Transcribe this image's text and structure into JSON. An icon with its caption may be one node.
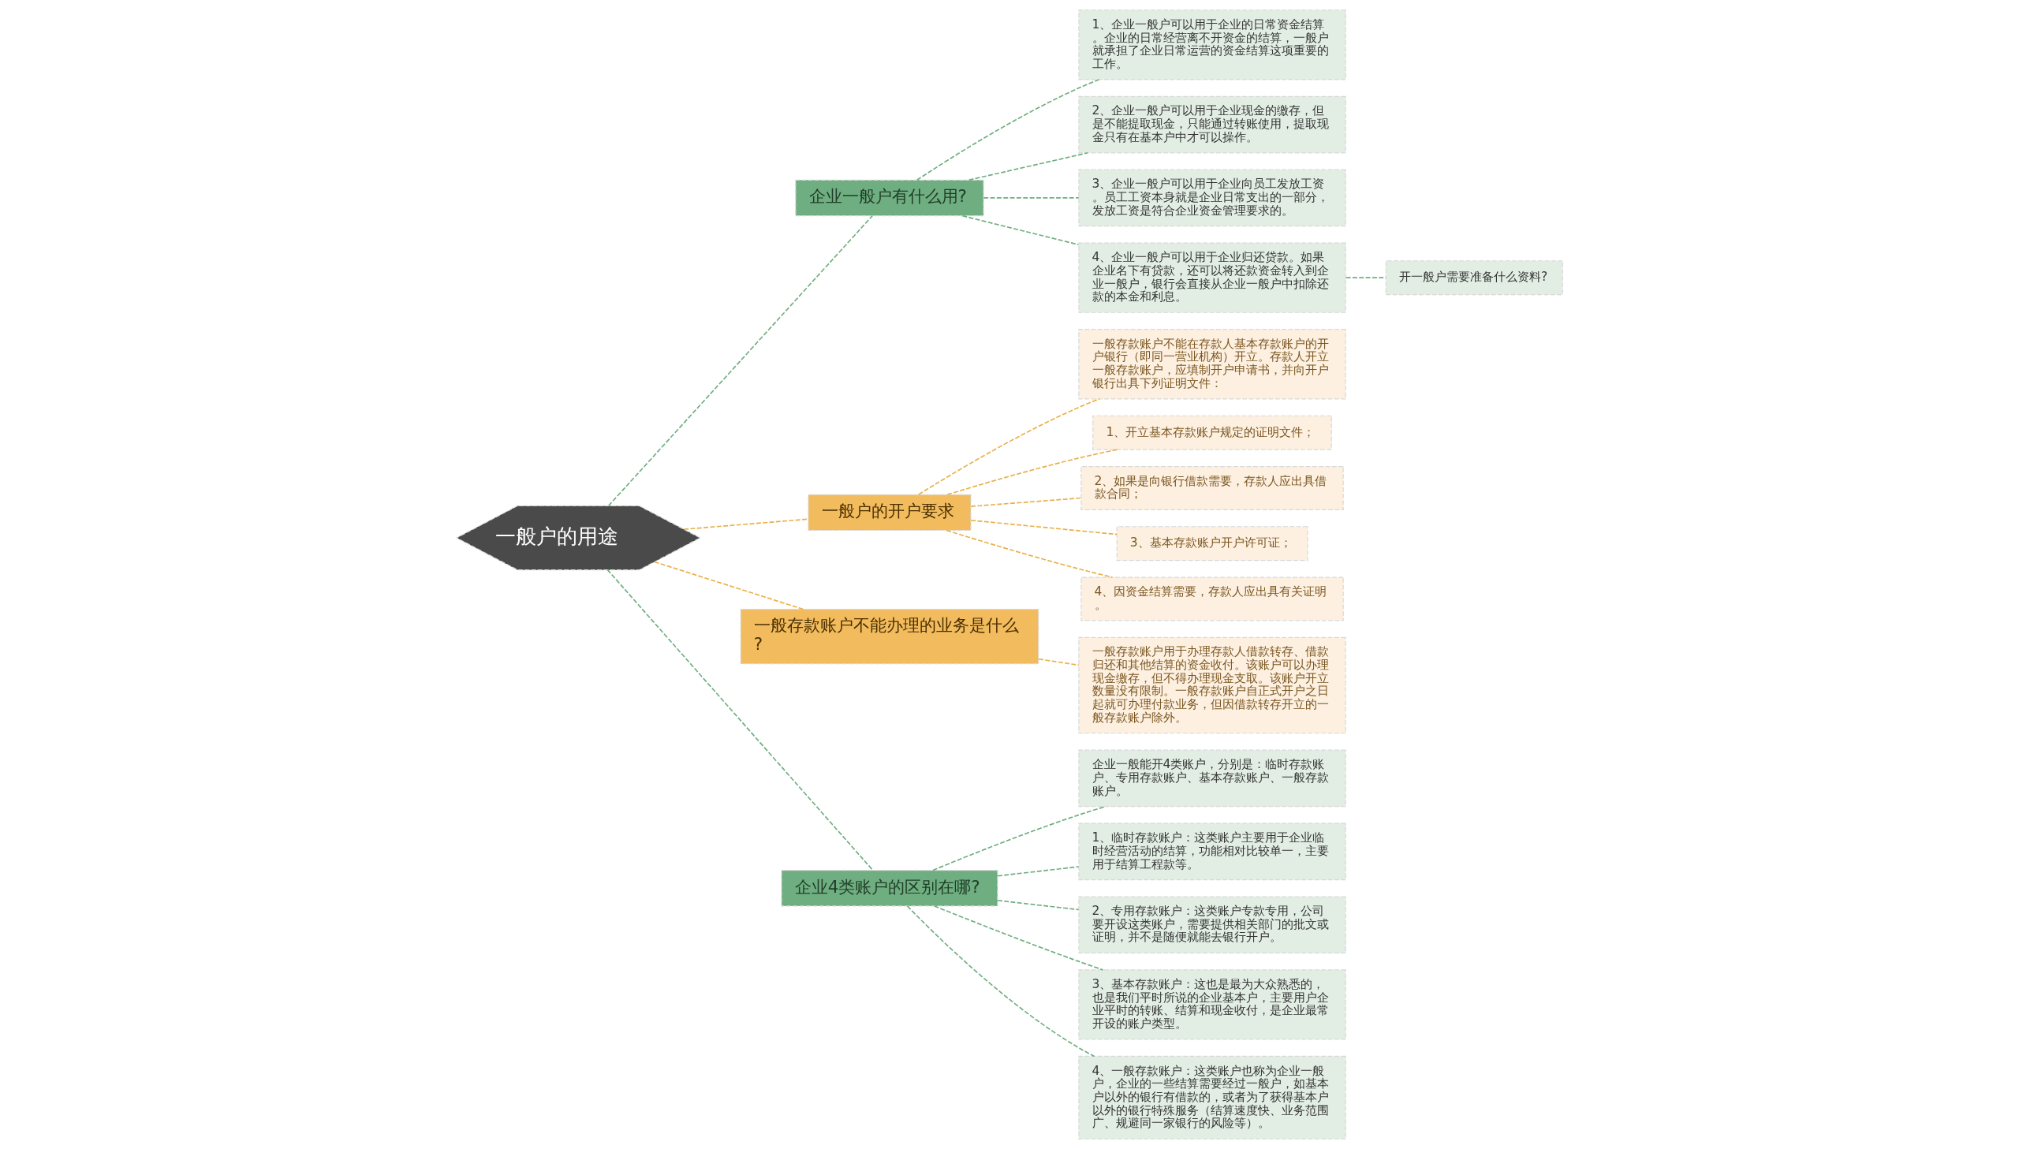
{
  "diagram": {
    "nodes": [
      {
        "text": [
          "一般户的用途"
        ]
      },
      {
        "text": [
          "企业一般户有什么用?"
        ]
      },
      {
        "text": [
          "1、企业一般户可以用于企业的日常资金结算。企业的日常经营离不开资金的结算，一般户就承担了企业日常运营的资金结算这项重要的工作。"
        ]
      },
      {
        "text": [
          "2、企业一般户可以用于企业现金的缴存，但是不能提取现金，只能通过转账使用，提取现金只有在基本户中才可以操作。"
        ]
      },
      {
        "text": [
          "3、企业一般户可以用于企业向员工发放工资。员工工资本身就是企业日常支出的一部分，发放工资是符合企业资金管理要求的。"
        ]
      },
      {
        "text": [
          "4、企业一般户可以用于企业归还贷款。如果企业名下有贷款，还可以将还款资金转入到企业一般户，银行会直接从企业一般户中扣除还款的本金和利息。"
        ]
      },
      {
        "text": [
          "开一般户需要准备什么资料?"
        ]
      },
      {
        "text": [
          "一般户的开户要求"
        ]
      },
      {
        "text": [
          "一般存款账户不能在存款人基本存款账户的开户银行（即同一营业机构）开立。存款人开立一般存款账户，应填制开户申请书，并向开户银行出具下列证明文件："
        ]
      },
      {
        "text": [
          "1、开立基本存款账户规定的证明文件；"
        ]
      },
      {
        "text": [
          "2、如果是向银行借款需要，存款人应出具借款合同；"
        ]
      },
      {
        "text": [
          "3、基本存款账户开户许可证；"
        ]
      },
      {
        "text": [
          "4、因资金结算需要，存款人应出具有关证明。"
        ]
      },
      {
        "text": [
          "一般存款账户不能办理的业务是什么?"
        ]
      },
      {
        "text": [
          "一般存款账户用于办理存款人借款转存、借款归还和其他结算的资金收付。该账户可以办理现金缴存，但不得办理现金支取。该账户开立数量没有限制。一般存款账户自正式开户之日起就可办理付款业务，但因借款转存开立的一般存款账户除外。"
        ]
      },
      {
        "text": [
          "企业4类账户的区别在哪?"
        ]
      },
      {
        "text": [
          "企业一般能开4类账户，分别是：临时存款账户、专用存款账户、基本存款账户、一般存款账户。"
        ]
      },
      {
        "text": [
          "1、临时存款账户：这类账户主要用于企业临时经营活动的结算，功能相对比较单一，主要用于结算工程款等。"
        ]
      },
      {
        "text": [
          "2、专用存款账户：这类账户专款专用，公司要开设这类账户，需要提供相关部门的批文或证明，并不是随便就能去银行开户。"
        ]
      },
      {
        "text": [
          "3、基本存款账户：这也是最为大众熟悉的，也是我们平时所说的企业基本户，主要用户企业平时的转账、结算和现金收付，是企业最常开设的账户类型。"
        ]
      },
      {
        "text": [
          "4、一般存款账户：这类账户也称为企业一般户，企业的一些结算需要经过一般户，如基本户以外的银行有借款的，或者为了获得基本户以外的银行特殊服务（结算速度快、业务范围广、规避同一家银行的风险等）。"
        ]
      }
    ],
    "edges": [
      {
        "from": 0,
        "to": 1,
        "arrow": "none"
      },
      {
        "from": 1,
        "to": 2,
        "arrow": "none"
      },
      {
        "from": 1,
        "to": 3,
        "arrow": "none"
      },
      {
        "from": 1,
        "to": 4,
        "arrow": "none"
      },
      {
        "from": 1,
        "to": 5,
        "arrow": "none"
      },
      {
        "from": 5,
        "to": 6,
        "arrow": "none"
      },
      {
        "from": 0,
        "to": 7,
        "arrow": "none",
        "color": "#e8b04a"
      },
      {
        "from": 7,
        "to": 8,
        "arrow": "none",
        "color": "#e8b04a"
      },
      {
        "from": 7,
        "to": 9,
        "arrow": "none",
        "color": "#e8b04a"
      },
      {
        "from": 7,
        "to": 10,
        "arrow": "none",
        "color": "#e8b04a"
      },
      {
        "from": 7,
        "to": 11,
        "arrow": "none",
        "color": "#e8b04a"
      },
      {
        "from": 7,
        "to": 12,
        "arrow": "none",
        "color": "#e8b04a"
      },
      {
        "from": 0,
        "to": 13,
        "arrow": "none",
        "color": "#e8b04a"
      },
      {
        "from": 13,
        "to": 14,
        "arrow": "none",
        "color": "#e8b04a"
      },
      {
        "from": 0,
        "to": 15,
        "arrow": "none"
      },
      {
        "from": 15,
        "to": 16,
        "arrow": "none"
      },
      {
        "from": 15,
        "to": 17,
        "arrow": "none"
      },
      {
        "from": 15,
        "to": 18,
        "arrow": "none"
      },
      {
        "from": 15,
        "to": 19,
        "arrow": "none"
      },
      {
        "from": 15,
        "to": 20,
        "arrow": "none"
      }
    ]
  }
}
